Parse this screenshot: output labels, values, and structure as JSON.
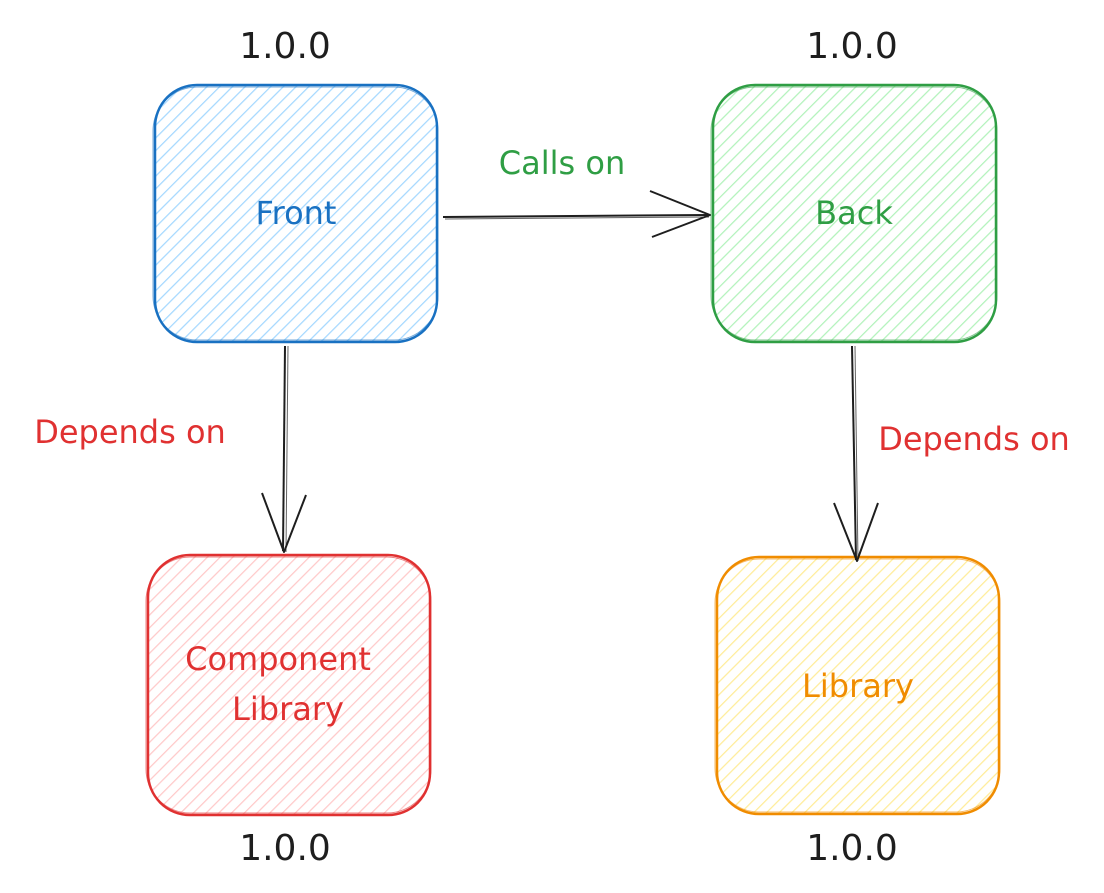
{
  "colors": {
    "front_stroke": "#1971c2",
    "front_fill": "#a5d8ff",
    "back_stroke": "#2f9e44",
    "back_fill": "#b2f2bb",
    "component_stroke": "#e03131",
    "component_fill": "#ffc9c9",
    "library_stroke": "#f08c00",
    "library_fill": "#ffec99",
    "calls_label": "#2f9e44",
    "depends_label": "#e03131",
    "arrow": "#1e1e1e",
    "version_text": "#1e1e1e"
  },
  "nodes": {
    "front": {
      "label": "Front",
      "version": "1.0.0"
    },
    "back": {
      "label": "Back",
      "version": "1.0.0"
    },
    "component_library": {
      "label_line1": "Component",
      "label_line2": "Library",
      "version": "1.0.0"
    },
    "library": {
      "label": "Library",
      "version": "1.0.0"
    }
  },
  "edges": {
    "front_to_back": {
      "label": "Calls on"
    },
    "front_to_component": {
      "label": "Depends on"
    },
    "back_to_library": {
      "label": "Depends on"
    }
  },
  "icons": {
    "edge_arrowhead": "arrowhead-icon"
  }
}
